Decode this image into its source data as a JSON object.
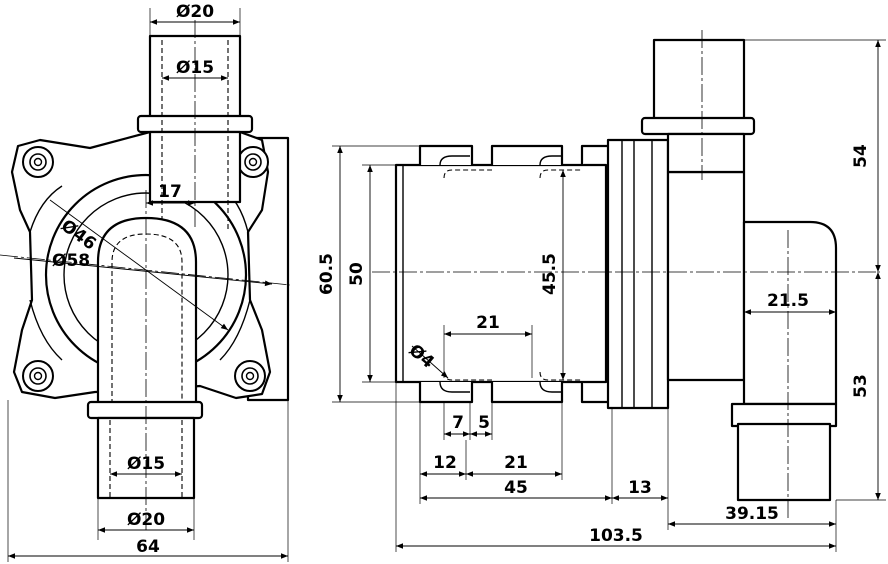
{
  "front_view": {
    "outlet_outer_diameter": "Ø20",
    "outlet_inner_diameter": "Ø15",
    "offset": "17",
    "inner_circle_diameter": "Ø46",
    "outer_circle_diameter": "Ø58",
    "inlet_inner_diameter": "Ø15",
    "inlet_outer_diameter": "Ø20",
    "overall_width": "64"
  },
  "side_view": {
    "overall_height": "60.5",
    "body_height": "50",
    "slot_span": "45.5",
    "slot_pitch": "21",
    "hole_diameter": "Ø4",
    "slot_width": "7",
    "slot_gap": "5",
    "first_slot_offset": "12",
    "second_slot_offset": "21",
    "body_length": "45",
    "flange_thickness": "13",
    "overall_length": "103.5",
    "outlet_height_top": "54",
    "outlet_height_bottom": "53",
    "elbow_offset": "21.5",
    "outlet_length": "39.15"
  }
}
